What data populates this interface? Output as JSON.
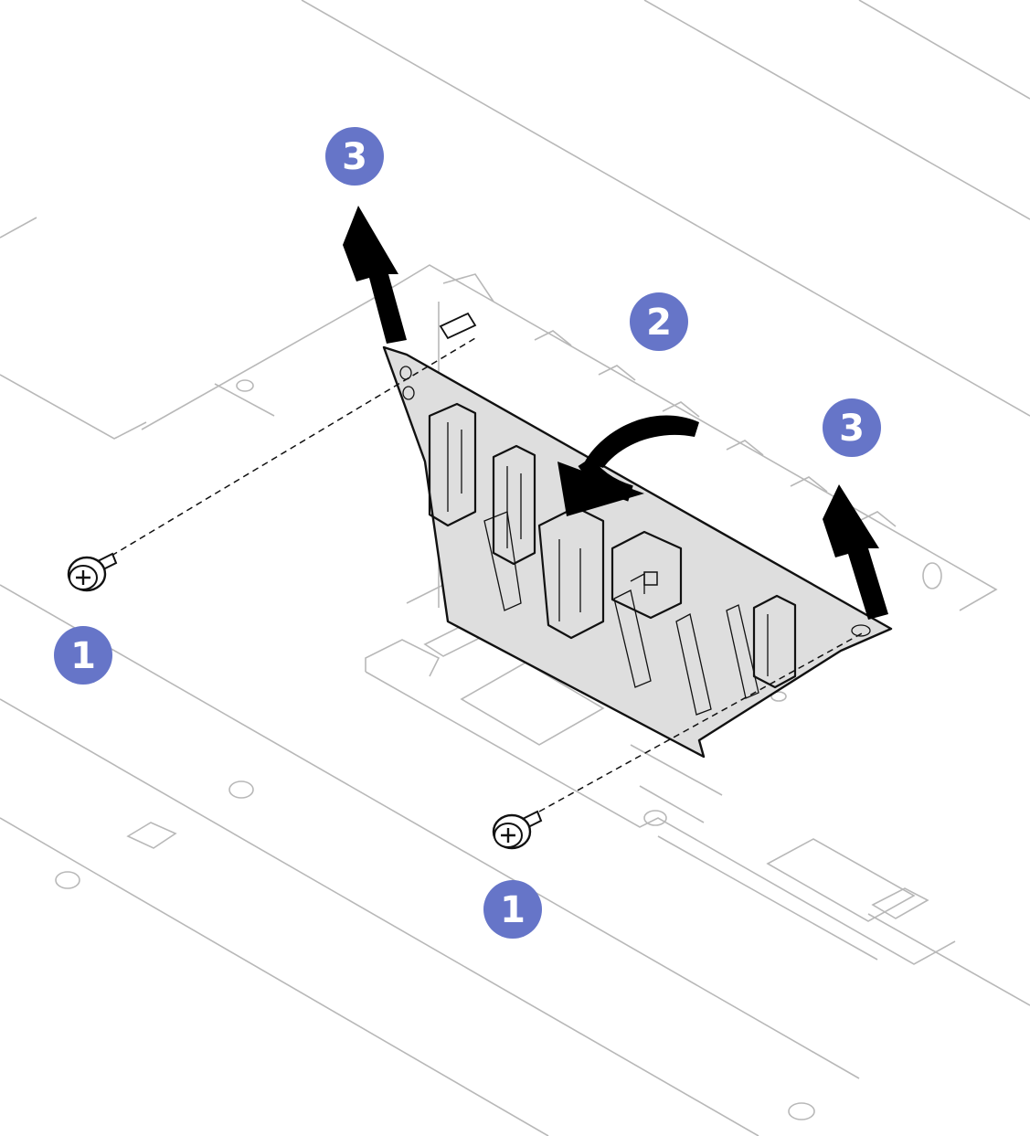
{
  "colors": {
    "badge": "#6675c8",
    "badge_text": "#ffffff",
    "backplane": "#dedede",
    "arrow": "#000000",
    "chassis_line": "#b8b8b8"
  },
  "steps": [
    {
      "id": "screw-left",
      "label": "1"
    },
    {
      "id": "screw-bottom",
      "label": "1"
    },
    {
      "id": "tilt",
      "label": "2"
    },
    {
      "id": "lift-left",
      "label": "3"
    },
    {
      "id": "lift-right",
      "label": "3"
    }
  ],
  "icons": [
    "screw-icon",
    "up-arrow-icon",
    "curved-arrow-icon",
    "backplane-icon"
  ]
}
